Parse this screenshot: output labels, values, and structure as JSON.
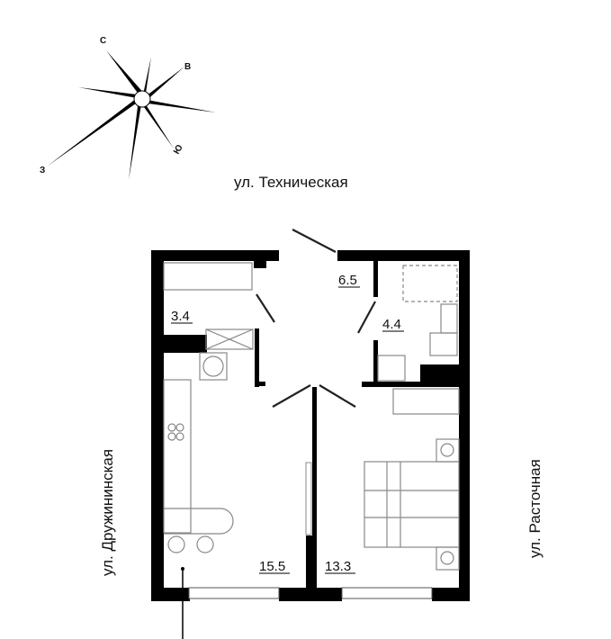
{
  "compass": {
    "north": "С",
    "east": "В",
    "south": "Ю",
    "west": "З"
  },
  "streets": {
    "top": "ул. Техническая",
    "left": "ул. Дружининская",
    "right": "ул. Расточная"
  },
  "rooms": [
    {
      "name": "storage",
      "area": "3.4"
    },
    {
      "name": "hall",
      "area": "6.5"
    },
    {
      "name": "bathroom",
      "area": "4.4"
    },
    {
      "name": "kitchen-living",
      "area": "15.5"
    },
    {
      "name": "bedroom",
      "area": "13.3"
    }
  ]
}
